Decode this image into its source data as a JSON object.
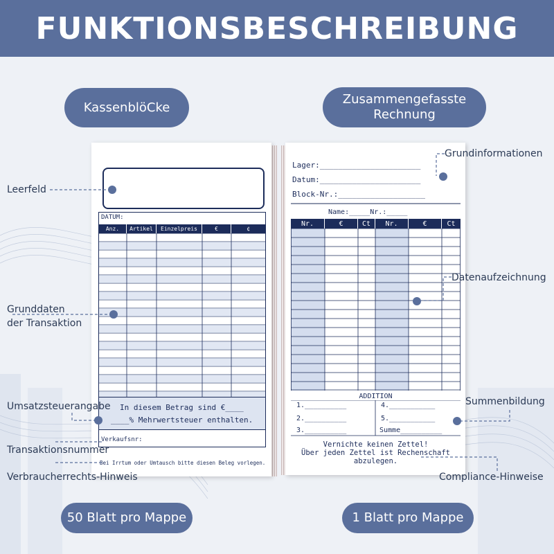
{
  "header": {
    "title": "FUNKTIONSBESCHREIBUNG"
  },
  "left": {
    "pill": "KassenblöCke",
    "bottom_pill": "50 Blatt pro Mappe",
    "callouts": {
      "leerfeld": "Leerfeld",
      "grunddaten_1": "Grunddaten",
      "grunddaten_2": "der Transaktion",
      "umsatzsteuer": "Umsatzsteuerangabe",
      "transaktionsnummer": "Transaktionsnummer",
      "verbraucher": "Verbraucherrechts-Hinweis"
    },
    "receipt": {
      "datum_label": "DATUM:",
      "columns": [
        "Anz.",
        "Artikel",
        "Einzelpreis",
        "€",
        "¢"
      ],
      "tax_line_1": "In diesem Betrag sind €____",
      "tax_line_2": "____% Mehrwertsteuer enthalten.",
      "verkaufsnr": "Verkaufsnr:",
      "footer": "Bei Irrtum oder Umtausch bitte diesen Beleg vorlegen."
    }
  },
  "right": {
    "pill_line1": "Zusammengefasste",
    "pill_line2": "Rechnung",
    "bottom_pill": "1 Blatt pro Mappe",
    "callouts": {
      "grundinformationen": "Grundinformationen",
      "datenaufzeichnung": "Datenaufzeichnung",
      "summenbildung": "Summenbildung",
      "compliance": "Compliance-Hinweise"
    },
    "receipt": {
      "lager": "Lager:______________________",
      "datum": "Datum:______________________",
      "block": "Block-Nr.:___________________",
      "name_nr": "Name:_____Nr.:_____",
      "columns": [
        "Nr.",
        "€",
        "Ct",
        "Nr.",
        "€",
        "Ct"
      ],
      "addition_title": "ADDITION",
      "add_1": "1.__________",
      "add_2": "2.__________",
      "add_3": "3.__________",
      "add_4": "4.___________",
      "add_5": "5.___________",
      "summe": "Summe__________",
      "warn_1": "Vernichte keinen Zettel!",
      "warn_2": "Über jeden Zettel ist Rechenschaft",
      "warn_3": "abzulegen."
    }
  },
  "colors": {
    "accent": "#5a6f9c",
    "ink": "#1c2c5a",
    "shade": "#c9d4ea",
    "background": "#eef1f6"
  }
}
